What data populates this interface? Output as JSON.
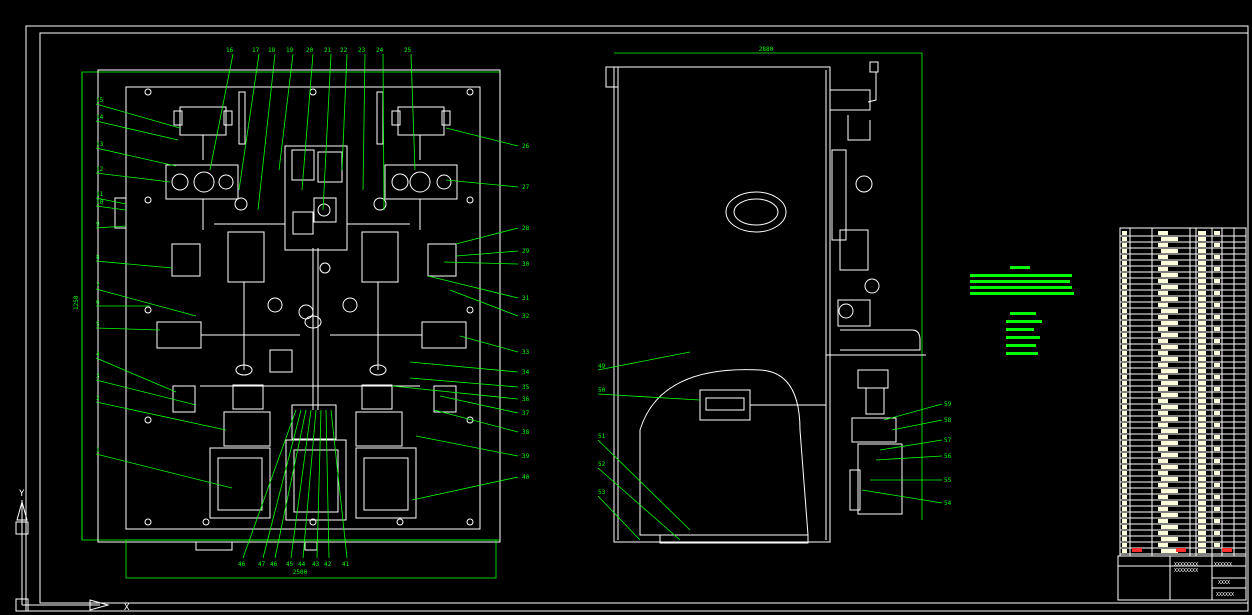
{
  "drawing": {
    "dims": {
      "top_width": "2880",
      "front_width": "2500",
      "front_height": "1250"
    },
    "front_labels_left": [
      "15",
      "14",
      "13",
      "12",
      "11",
      "10",
      "9",
      "8",
      "7",
      "6",
      "5",
      "4",
      "3",
      "2",
      "1"
    ],
    "front_labels_top": [
      "16",
      "17",
      "18",
      "19",
      "20",
      "21",
      "22",
      "23",
      "24",
      "25"
    ],
    "front_labels_right": [
      "26",
      "27",
      "28",
      "29",
      "30",
      "31",
      "32",
      "33",
      "34",
      "35",
      "36",
      "37",
      "38",
      "39",
      "40"
    ],
    "front_labels_bottom": [
      "46",
      "47",
      "46",
      "45",
      "44",
      "43",
      "42",
      "41"
    ],
    "side_labels_left": [
      "49",
      "50",
      "51",
      "52",
      "53"
    ],
    "side_labels_right": [
      "59",
      "58",
      "57",
      "56",
      "55",
      "54"
    ],
    "title_block": {
      "lines": [
        "XXXXXXXX",
        "XXXXXXXX",
        "XXXXXX"
      ],
      "name": "XXXX",
      "code": "XXXXXX"
    },
    "axis": {
      "y": "Y",
      "x": "X"
    }
  }
}
